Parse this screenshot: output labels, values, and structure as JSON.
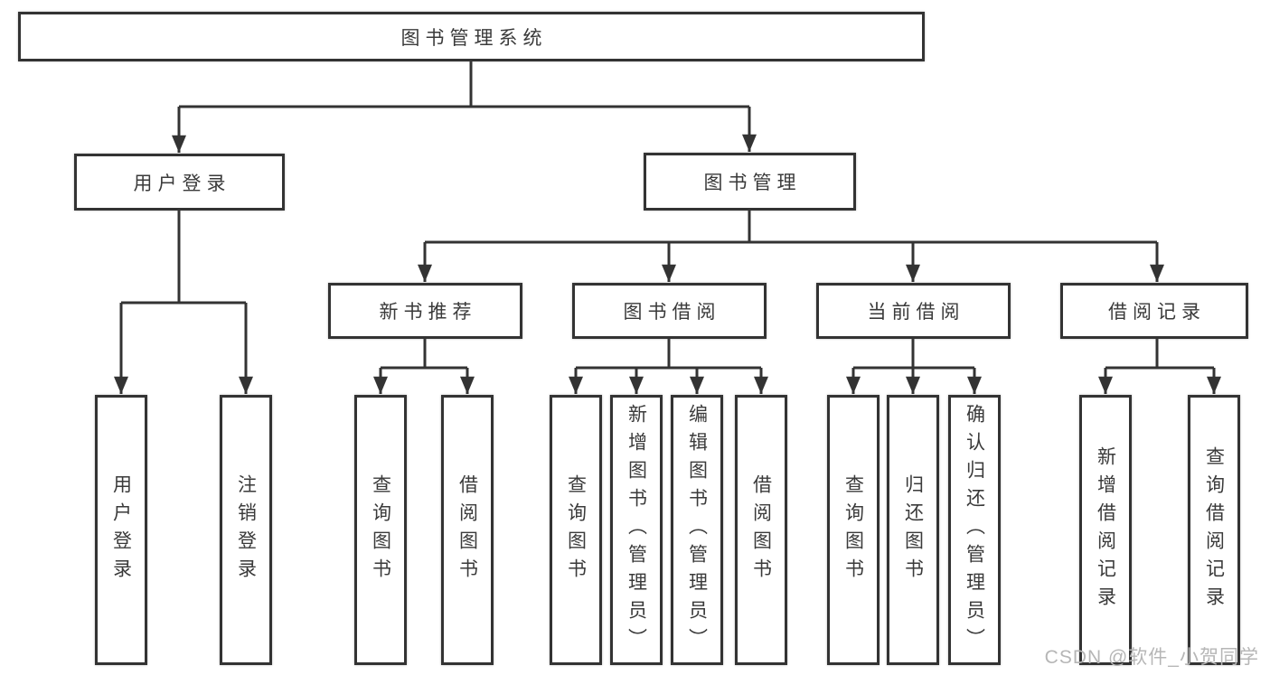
{
  "diagram": {
    "title_node": {
      "label": "图书管理系统"
    },
    "level2": [
      {
        "label": "用户登录"
      },
      {
        "label": "图书管理"
      }
    ],
    "level3": [
      {
        "label": "新书推荐",
        "parent": "图书管理"
      },
      {
        "label": "图书借阅",
        "parent": "图书管理"
      },
      {
        "label": "当前借阅",
        "parent": "图书管理"
      },
      {
        "label": "借阅记录",
        "parent": "图书管理"
      }
    ],
    "leaves": [
      {
        "label": "用户登录",
        "parent": "用户登录"
      },
      {
        "label": "注销登录",
        "parent": "用户登录"
      },
      {
        "label": "查询图书",
        "parent": "新书推荐"
      },
      {
        "label": "借阅图书",
        "parent": "新书推荐"
      },
      {
        "label": "查询图书",
        "parent": "图书借阅"
      },
      {
        "label": "新增图书（管理员）",
        "parent": "图书借阅"
      },
      {
        "label": "编辑图书（管理员）",
        "parent": "图书借阅"
      },
      {
        "label": "借阅图书",
        "parent": "图书借阅"
      },
      {
        "label": "查询图书",
        "parent": "当前借阅"
      },
      {
        "label": "归还图书",
        "parent": "当前借阅"
      },
      {
        "label": "确认归还（管理员）",
        "parent": "当前借阅"
      },
      {
        "label": "新增借阅记录",
        "parent": "借阅记录"
      },
      {
        "label": "查询借阅记录",
        "parent": "借阅记录"
      }
    ]
  },
  "watermark": {
    "text": "CSDN @软件_小贺同学"
  },
  "colors": {
    "line": "#333333",
    "text": "#3a3a3a",
    "watermark": "#b6b6b6",
    "background": "#ffffff"
  }
}
